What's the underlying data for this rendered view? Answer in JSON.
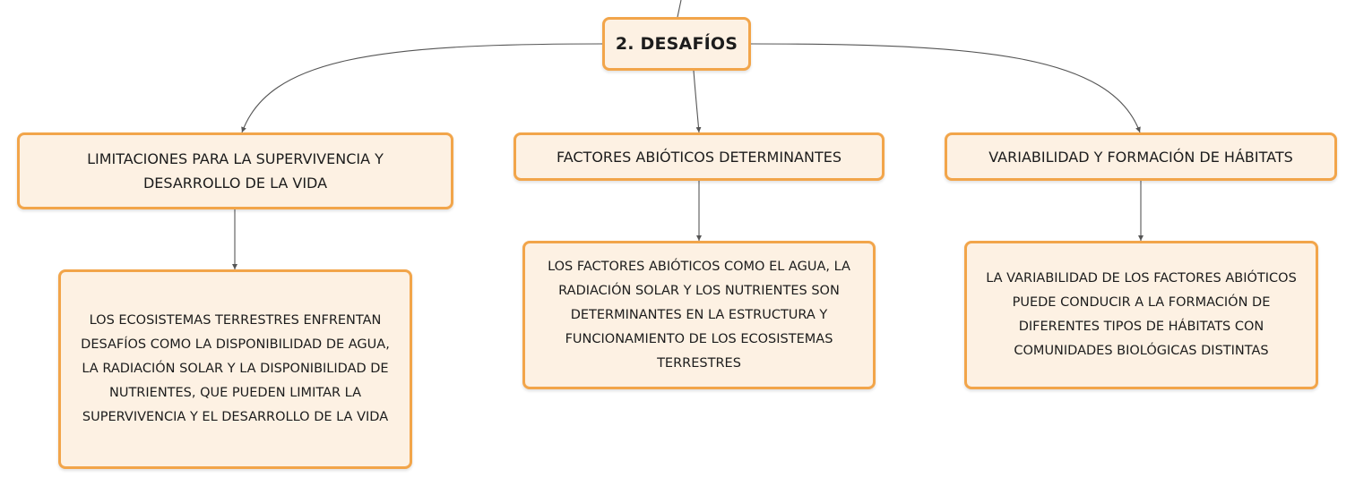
{
  "diagram": {
    "root": {
      "label": "2. DESAFÍOS"
    },
    "branches": [
      {
        "label": "LIMITACIONES PARA LA SUPERVIVENCIA Y DESARROLLO DE LA VIDA",
        "detail": "LOS ECOSISTEMAS TERRESTRES ENFRENTAN DESAFÍOS COMO LA DISPONIBILIDAD DE AGUA, LA RADIACIÓN SOLAR Y LA DISPONIBILIDAD DE NUTRIENTES, QUE PUEDEN LIMITAR LA SUPERVIVENCIA Y EL DESARROLLO DE LA VIDA"
      },
      {
        "label": "FACTORES ABIÓTICOS DETERMINANTES",
        "detail": "LOS FACTORES ABIÓTICOS COMO EL AGUA, LA RADIACIÓN SOLAR Y LOS NUTRIENTES SON DETERMINANTES EN LA ESTRUCTURA Y FUNCIONAMIENTO DE LOS ECOSISTEMAS TERRESTRES"
      },
      {
        "label": "VARIABILIDAD Y FORMACIÓN DE HÁBITATS",
        "detail": "LA VARIABILIDAD DE LOS FACTORES ABIÓTICOS PUEDE CONDUCIR A LA FORMACIÓN DE DIFERENTES TIPOS DE HÁBITATS CON COMUNIDADES BIOLÓGICAS DISTINTAS"
      }
    ],
    "colors": {
      "node_fill": "#fdf1e3",
      "node_border": "#f2a54a",
      "connector": "#555555"
    }
  }
}
